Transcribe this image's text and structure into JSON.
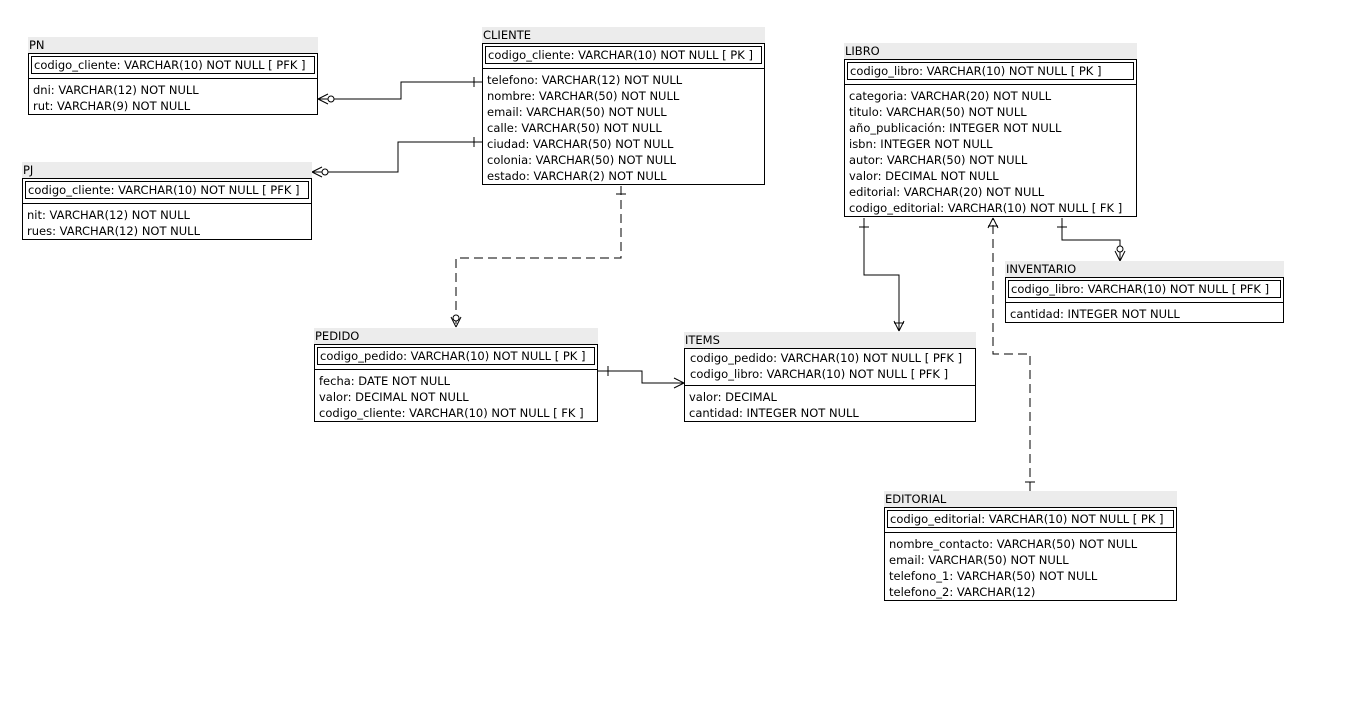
{
  "entities": {
    "pn": {
      "name": "PN",
      "keys": [
        "codigo_cliente: VARCHAR(10)   NOT NULL   [ PFK ]"
      ],
      "attributes": [
        "dni: VARCHAR(12)    NOT NULL",
        "rut: VARCHAR(9)    NOT NULL"
      ]
    },
    "pj": {
      "name": "PJ",
      "keys": [
        "codigo_cliente: VARCHAR(10)    NOT NULL   [ PFK ]"
      ],
      "attributes": [
        "nit: VARCHAR(12)    NOT NULL",
        "rues: VARCHAR(12)    NOT NULL"
      ]
    },
    "cliente": {
      "name": "CLIENTE",
      "keys": [
        "codigo_cliente: VARCHAR(10)    NOT NULL   [ PK ]"
      ],
      "attributes": [
        "telefono: VARCHAR(12)    NOT NULL",
        "nombre: VARCHAR(50)    NOT NULL",
        "email: VARCHAR(50)    NOT NULL",
        "calle: VARCHAR(50)    NOT NULL",
        "ciudad: VARCHAR(50)    NOT NULL",
        "colonia: VARCHAR(50)    NOT NULL",
        "estado: VARCHAR(2)    NOT NULL"
      ]
    },
    "libro": {
      "name": "LIBRO",
      "keys": [
        "codigo_libro: VARCHAR(10)    NOT NULL   [ PK ]"
      ],
      "attributes": [
        "categoria: VARCHAR(20)    NOT NULL",
        "titulo: VARCHAR(50)    NOT NULL",
        "año_publicación: INTEGER    NOT NULL",
        "isbn: INTEGER    NOT NULL",
        "autor: VARCHAR(50)    NOT NULL",
        "valor: DECIMAL    NOT NULL",
        "editorial: VARCHAR(20)    NOT NULL",
        "codigo_editorial: VARCHAR(10)    NOT NULL   [ FK ]"
      ]
    },
    "inventario": {
      "name": "INVENTARIO",
      "keys": [
        "codigo_libro: VARCHAR(10)    NOT NULL   [ PFK ]"
      ],
      "attributes": [
        "cantidad: INTEGER    NOT NULL"
      ]
    },
    "pedido": {
      "name": "PEDIDO",
      "keys": [
        "codigo_pedido: VARCHAR(10)    NOT NULL   [ PK ]"
      ],
      "attributes": [
        "fecha: DATE    NOT NULL",
        "valor: DECIMAL    NOT NULL",
        "codigo_cliente: VARCHAR(10)    NOT NULL   [ FK ]"
      ]
    },
    "items": {
      "name": "ITEMS",
      "keys": [
        "codigo_pedido: VARCHAR(10)    NOT NULL   [ PFK ]",
        "codigo_libro: VARCHAR(10)    NOT NULL   [ PFK ]"
      ],
      "attributes": [
        "valor: DECIMAL",
        "cantidad: INTEGER    NOT NULL"
      ]
    },
    "editorial": {
      "name": "EDITORIAL",
      "keys": [
        "codigo_editorial: VARCHAR(10)    NOT NULL   [ PK ]"
      ],
      "attributes": [
        "nombre_contacto: VARCHAR(50)    NOT NULL",
        "email: VARCHAR(50)    NOT NULL",
        "telefono_1: VARCHAR(50)    NOT NULL",
        "telefono_2: VARCHAR(12)"
      ]
    }
  }
}
